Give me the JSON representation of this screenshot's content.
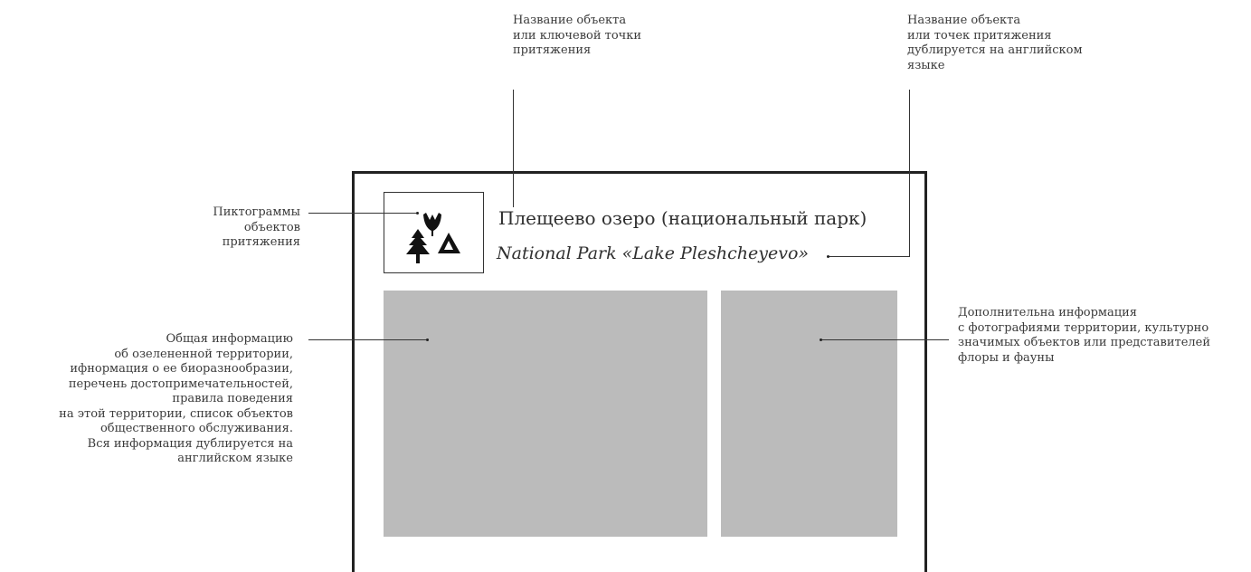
{
  "annotations": {
    "name": "Название объекта\nили ключевой точки\nпритяжения",
    "name_en": "Название объекта\nили точек притяжения\nдублируется на английском\nязыке",
    "pictograms": "Пиктограммы\nобъектов\nпритяжения",
    "general_info": "Общая информацию\nоб озелененной территории,\nифнормация о ее биоразнообразии,\nперечень достопримечательностей,\nправила поведения\nна этой территории, список объектов\nобщественного обслуживания.\nВся информация дублируется на\nанглийском языке",
    "extra_info": "Дополнительна информация\nс фотографиями территории, культурно\nзначимых объектов или представителей\nфлоры и фауны"
  },
  "sign": {
    "title_ru": "Плещеево озеро (национальный парк)",
    "title_en": "National Park «Lake Pleshcheyevo»",
    "icons": [
      "flower-icon",
      "tree-icon",
      "mountain-icon"
    ],
    "placeholder_color": "#bbbbbb",
    "frame_color": "#222222"
  }
}
